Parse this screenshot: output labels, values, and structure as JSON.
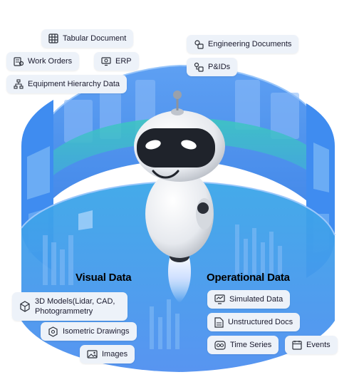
{
  "colors": {
    "ring_blue": "#3f8cf0",
    "ring_teal": "#2bb7c6",
    "chip_bg": "#edf2f9",
    "text": "#1a1a2e"
  },
  "chips": {
    "tabular": {
      "label": "Tabular Document",
      "icon": "table-icon"
    },
    "work_orders": {
      "label": "Work Orders",
      "icon": "work-order-icon"
    },
    "erp": {
      "label": "ERP",
      "icon": "erp-icon"
    },
    "equipment": {
      "label": "Equipment Hierarchy Data",
      "icon": "hierarchy-icon"
    },
    "engineering": {
      "label": "Engineering Documents",
      "icon": "engineering-icon"
    },
    "pids": {
      "label": "P&IDs",
      "icon": "pid-icon"
    },
    "models3d": {
      "label": "3D Models(Lidar, CAD, Photogrammetry",
      "icon": "cube-3d-icon"
    },
    "isometric": {
      "label": "Isometric Drawings",
      "icon": "isometric-icon"
    },
    "images": {
      "label": "Images",
      "icon": "image-icon"
    },
    "simulated": {
      "label": "Simulated Data",
      "icon": "simulated-icon"
    },
    "unstructured": {
      "label": "Unstructured Docs",
      "icon": "document-icon"
    },
    "timeseries": {
      "label": "Time Series",
      "icon": "time-series-icon"
    },
    "events": {
      "label": "Events",
      "icon": "calendar-icon"
    }
  },
  "sections": {
    "visual": "Visual Data",
    "operational": "Operational Data"
  }
}
